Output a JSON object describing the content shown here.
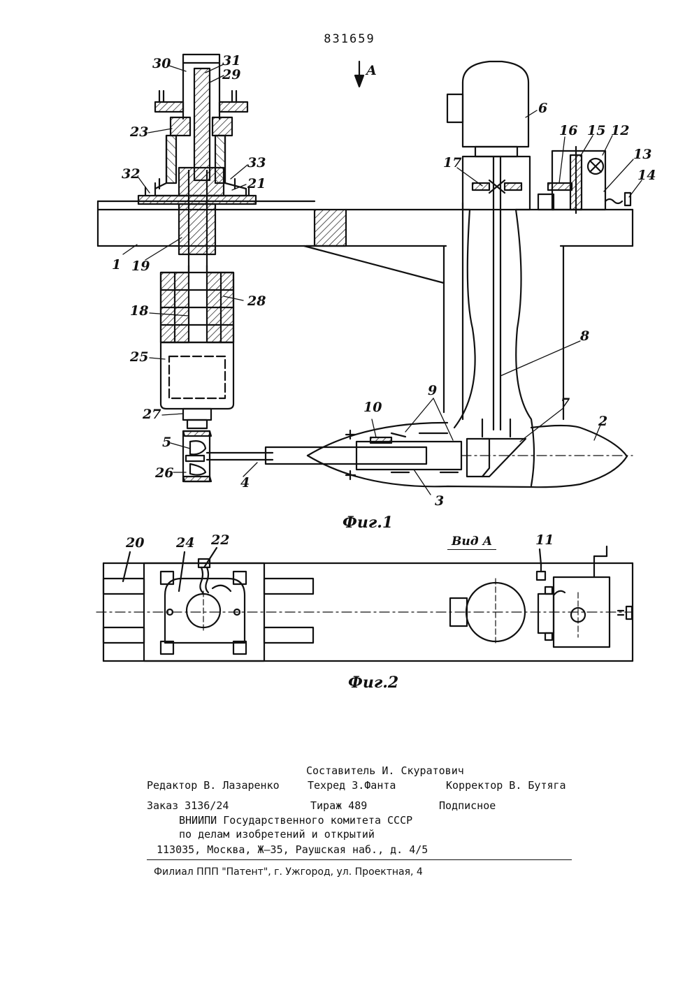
{
  "document": {
    "patent_number": "831659"
  },
  "figure1": {
    "caption": "Фиг.1",
    "view_marker": "A",
    "labels": [
      "30",
      "31",
      "29",
      "23",
      "32",
      "33",
      "21",
      "1",
      "19",
      "18",
      "28",
      "25",
      "27",
      "5",
      "26",
      "4",
      "10",
      "9",
      "3",
      "7",
      "8",
      "2",
      "6",
      "17",
      "16",
      "15",
      "12",
      "13",
      "14"
    ]
  },
  "figure2": {
    "caption": "Фиг.2",
    "view_title": "Вид А",
    "labels": [
      "20",
      "24",
      "22",
      "11"
    ]
  },
  "footer": {
    "compiler": "Составитель И. Скуратович",
    "editor": "Редактор В. Лазаренко",
    "techred": "Техред  З.Фанта",
    "corrector": "Корректор В. Бутяга",
    "order": "Заказ 3136/24",
    "circulation": "Тираж 489",
    "subscription": "Подписное",
    "org_line1": "ВНИИПИ Государственного комитета СССР",
    "org_line2": "по делам изобретений и открытий",
    "address": "113035, Москва, Ж–35, Раушская наб., д. 4/5",
    "branch": "Филиал ППП \"Патент\", г. Ужгород, ул. Проектная, 4"
  }
}
